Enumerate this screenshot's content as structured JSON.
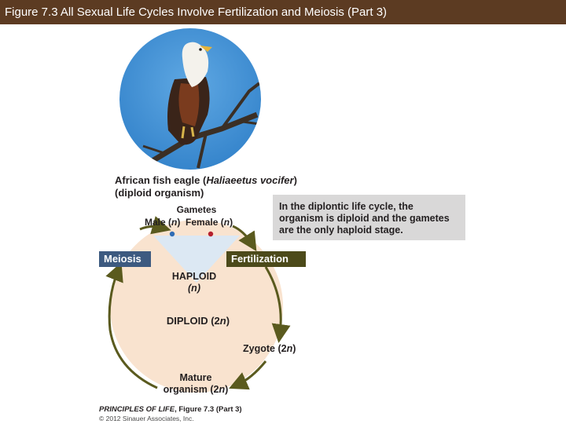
{
  "title": "Figure 7.3  All Sexual Life Cycles Involve Fertilization and Meiosis (Part 3)",
  "organism": {
    "common_name": "African fish eagle (",
    "scientific_name": "Haliaeetus vocifer",
    "close_paren": ")",
    "ploidy_note": "(diploid organism)"
  },
  "gametes": {
    "title": "Gametes",
    "male_prefix": "Male (",
    "male_n": "n",
    "male_suffix": ")",
    "female_prefix": "Female (",
    "female_n": "n",
    "female_suffix": ")"
  },
  "callout": {
    "prefix": "In the ",
    "emphasis": "diplontic life cycle",
    "suffix": ", the organism is diploid and the gametes are the only haploid stage."
  },
  "processes": {
    "meiosis": "Meiosis",
    "fertilization": "Fertilization"
  },
  "stages": {
    "haploid": "HAPLOID",
    "haploid_n": "(n)",
    "diploid_prefix": "DIPLOID (2",
    "diploid_n": "n",
    "diploid_suffix": ")",
    "zygote_prefix": "Zygote (2",
    "zygote_n": "n",
    "zygote_suffix": ")",
    "mature_line1": "Mature",
    "mature_line2_prefix": "organism (2",
    "mature_line2_n": "n",
    "mature_line2_suffix": ")"
  },
  "credit": {
    "book": "PRINCIPLES OF LIFE",
    "figure": ", Figure 7.3 (Part 3)",
    "copyright": "© 2012 Sinauer Associates, Inc."
  },
  "colors": {
    "title_bar": "#5c3b22",
    "diploid_fill": "#f9e3cf",
    "haploid_fill": "#dce8f3",
    "meiosis_tag": "#3d5a80",
    "fertilization_tag": "#4c4a1a",
    "cycle_arrow": "#5a5a1e",
    "male_dot": "#2f6db5",
    "female_dot": "#b5202e",
    "callout_bg": "#d9d8d8"
  }
}
